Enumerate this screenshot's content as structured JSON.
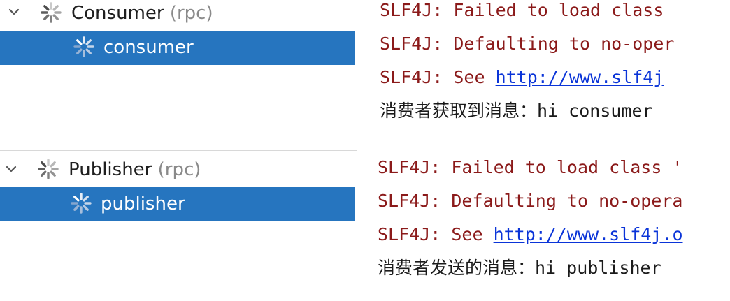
{
  "panels": [
    {
      "tree": {
        "parent_label": "Consumer",
        "parent_suffix": "(rpc)",
        "child_label": "consumer"
      },
      "console": [
        {
          "text": "SLF4J: Failed to load class"
        },
        {
          "text": "SLF4J: Defaulting to no-oper"
        },
        {
          "prefix": "SLF4J: See ",
          "link": "http://www.slf4j"
        },
        {
          "text": "消费者获取到消息：hi consumer"
        }
      ]
    },
    {
      "tree": {
        "parent_label": "Publisher",
        "parent_suffix": "(rpc)",
        "child_label": "publisher"
      },
      "console": [
        {
          "text": "SLF4J: Failed to load class '"
        },
        {
          "text": "SLF4J: Defaulting to no-opera"
        },
        {
          "prefix": "SLF4J: See ",
          "link": "http://www.slf4j.o"
        },
        {
          "text": "消费者发送的消息：hi publisher"
        }
      ]
    }
  ],
  "colors": {
    "selection": "#2675bf",
    "error_text": "#8b1a1a",
    "link_text": "#0a34d8"
  },
  "icons": {
    "expand": "chevron-down-icon",
    "status": "loading-spinner-icon"
  }
}
